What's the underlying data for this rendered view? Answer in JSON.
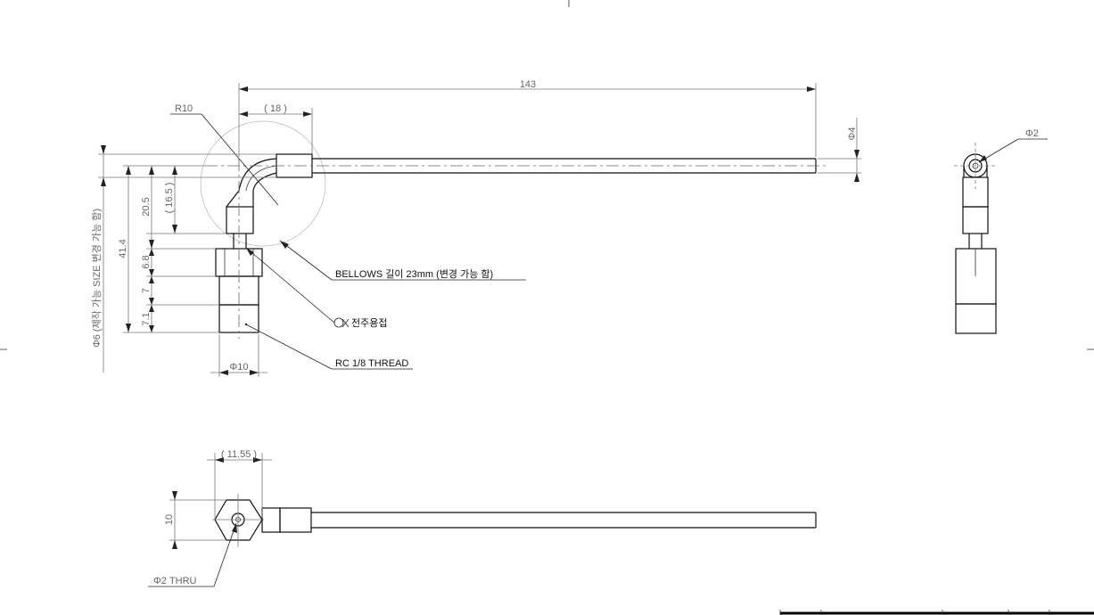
{
  "dimensions": {
    "overall_length": "143",
    "bend_extension": "( 18 )",
    "bend_radius": "R10",
    "pipe_diameter": "Φ4",
    "side_hole_diameter": "Φ2",
    "bend_height": "20.5",
    "bend_height_ref": "( 16.5 )",
    "total_height": "41.4",
    "hex_height": "6.8",
    "body_height": "7",
    "thread_length": "7.1",
    "bottom_diameter": "Φ10",
    "hex_across": "( 11.55 )",
    "hex_height_top": "10",
    "thru_hole": "Φ2 THRU",
    "left_vertical_note": "Φ6 (제작 가능 SIZE 변경 가능 함)"
  },
  "notes": {
    "bellows": "BELLOWS 길이 23mm (변경 가능 함)",
    "weld": "전주용접",
    "thread": "RC 1/8 THREAD"
  }
}
